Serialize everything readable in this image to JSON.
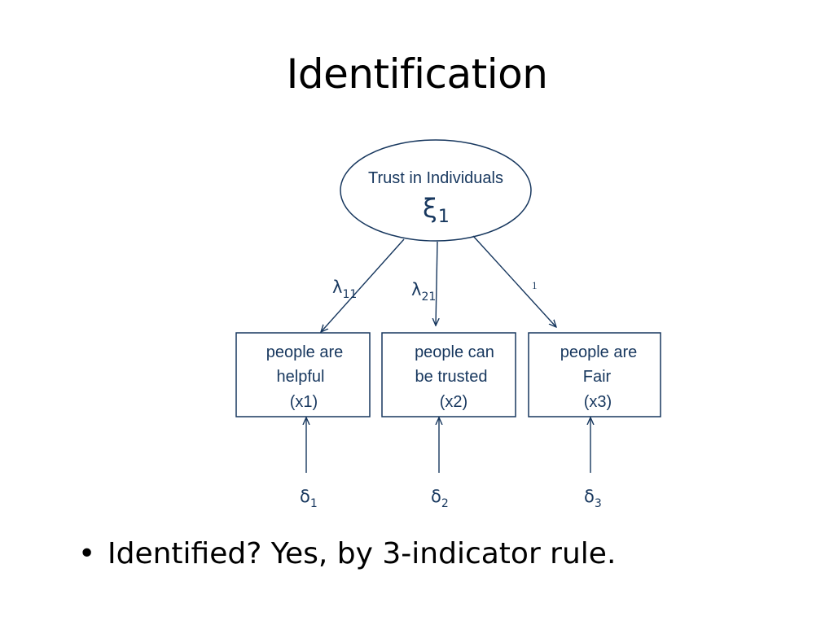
{
  "title": "Identification",
  "latent": {
    "label": "Trust in Individuals",
    "symbol": "ξ",
    "subscript": "1"
  },
  "paths": [
    {
      "symbol": "λ",
      "subscript": "11"
    },
    {
      "symbol": "λ",
      "subscript": "21"
    },
    {
      "fixed": "1"
    }
  ],
  "indicators": [
    {
      "line1": "people are",
      "line2": "helpful",
      "line3": "(x1)"
    },
    {
      "line1": "people can",
      "line2": "be trusted",
      "line3": "(x2)"
    },
    {
      "line1": "people are",
      "line2": "Fair",
      "line3": "(x3)"
    }
  ],
  "errors": [
    {
      "symbol": "δ",
      "subscript": "1"
    },
    {
      "symbol": "δ",
      "subscript": "2"
    },
    {
      "symbol": "δ",
      "subscript": "3"
    }
  ],
  "bullets": [
    "Identified?  Yes, by 3-indicator rule."
  ],
  "colors": {
    "diagram": "#17375e",
    "text": "#000000"
  }
}
